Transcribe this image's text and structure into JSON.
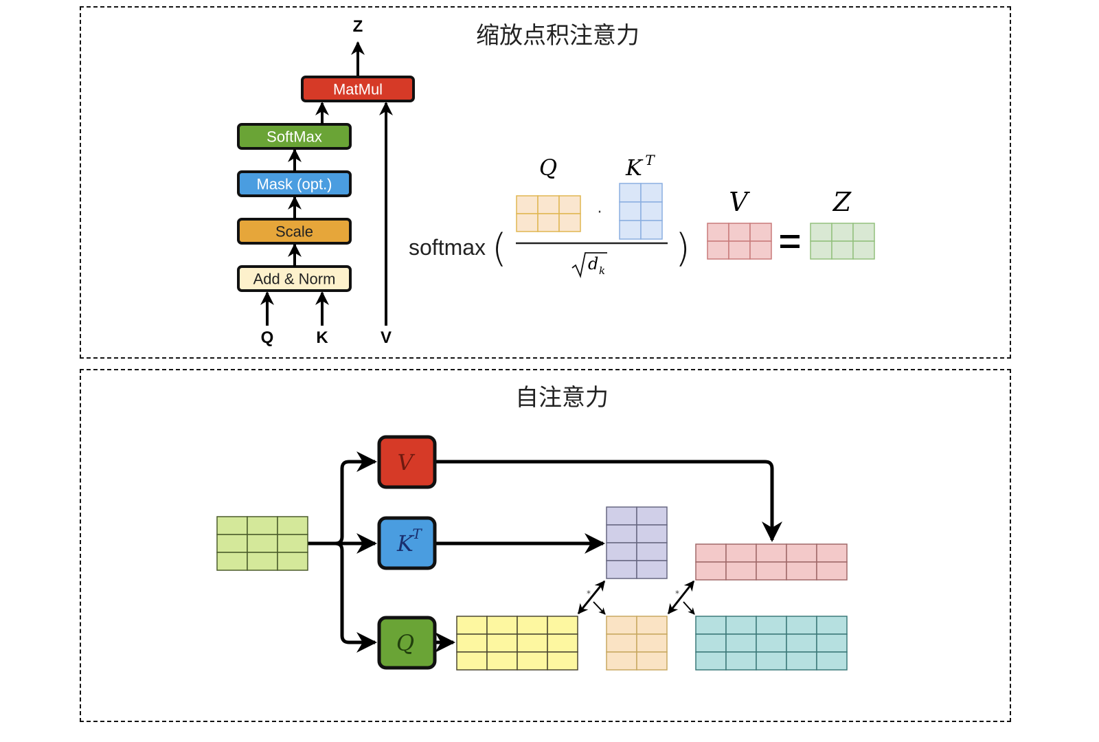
{
  "top_panel": {
    "title": "缩放点积注意力",
    "flow": {
      "output_label": "Z",
      "blocks": [
        {
          "label": "MatMul",
          "fill": "#d63a27",
          "text_color": "#ffffff"
        },
        {
          "label": "SoftMax",
          "fill": "#6aa436",
          "text_color": "#ffffff"
        },
        {
          "label": "Mask (opt.)",
          "fill": "#4a9de0",
          "text_color": "#ffffff"
        },
        {
          "label": "Scale",
          "fill": "#e6a63a",
          "text_color": "#222222"
        },
        {
          "label": "Add & Norm",
          "fill": "#fdf1cc",
          "text_color": "#222222"
        }
      ],
      "inputs": [
        "Q",
        "K",
        "V"
      ]
    },
    "formula": {
      "func": "softmax",
      "open_paren": "(",
      "close_paren": ")",
      "q_label": "Q",
      "k_label": "K",
      "k_sup": "T",
      "dot": "·",
      "denominator_base": "d",
      "denominator_sub": "k",
      "v_label": "V",
      "equals": "=",
      "z_label": "Z",
      "matrices": {
        "Q": {
          "rows": 2,
          "cols": 3,
          "fill": "#fae6cf",
          "stroke": "#e0b650"
        },
        "KT": {
          "rows": 3,
          "cols": 2,
          "fill": "#dae6f8",
          "stroke": "#8aaee0"
        },
        "V": {
          "rows": 2,
          "cols": 3,
          "fill": "#f3cccc",
          "stroke": "#c87a7a"
        },
        "Z": {
          "rows": 2,
          "cols": 3,
          "fill": "#d9e8d3",
          "stroke": "#92c07c"
        }
      }
    }
  },
  "bottom_panel": {
    "title": "自注意力",
    "nodes": [
      {
        "label": "V",
        "sup": "",
        "fill": "#d63a27",
        "text_color": "#6e1a10"
      },
      {
        "label": "K",
        "sup": "T",
        "fill": "#4a9de0",
        "text_color": "#1a2f6e"
      },
      {
        "label": "Q",
        "sup": "",
        "fill": "#6aa436",
        "text_color": "#21400d"
      }
    ],
    "multiply_symbol": "*",
    "matrices": {
      "input": {
        "rows": 3,
        "cols": 3,
        "fill": "#d4e89a",
        "stroke": "#4a5a2a"
      },
      "keys": {
        "rows": 4,
        "cols": 2,
        "fill": "#d0cfe8",
        "stroke": "#666680"
      },
      "queries": {
        "rows": 3,
        "cols": 4,
        "fill": "#fdf7a0",
        "stroke": "#4a4630"
      },
      "scores": {
        "rows": 3,
        "cols": 2,
        "fill": "#fae3c4",
        "stroke": "#c8a860"
      },
      "values": {
        "rows": 2,
        "cols": 5,
        "fill": "#f3c9c9",
        "stroke": "#a06868"
      },
      "output": {
        "rows": 3,
        "cols": 5,
        "fill": "#b6e0e0",
        "stroke": "#3a7878"
      }
    }
  }
}
